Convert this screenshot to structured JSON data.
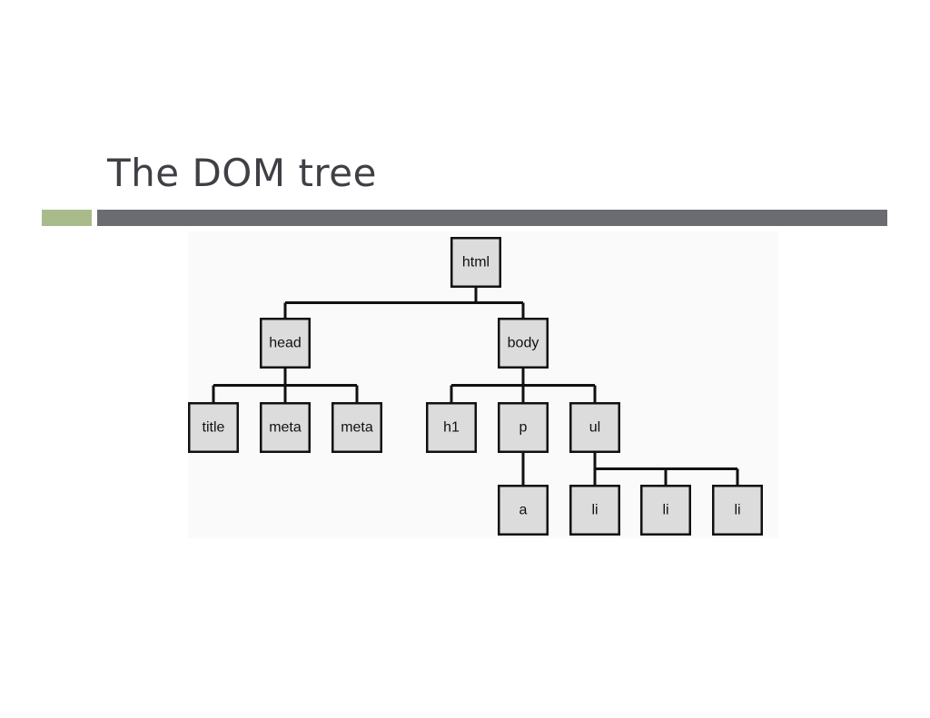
{
  "slide": {
    "title": "The DOM tree"
  },
  "colors": {
    "accent_green": "#a9bb8a",
    "accent_gray": "#6b6b72",
    "title_text": "#3f3f46",
    "node_fill": "#dcdcdc",
    "node_stroke": "#111111"
  },
  "tree": {
    "nodes": [
      {
        "id": "html",
        "label": "html"
      },
      {
        "id": "head",
        "label": "head"
      },
      {
        "id": "body",
        "label": "body"
      },
      {
        "id": "title",
        "label": "title"
      },
      {
        "id": "meta1",
        "label": "meta"
      },
      {
        "id": "meta2",
        "label": "meta"
      },
      {
        "id": "h1",
        "label": "h1"
      },
      {
        "id": "p",
        "label": "p"
      },
      {
        "id": "ul",
        "label": "ul"
      },
      {
        "id": "a",
        "label": "a"
      },
      {
        "id": "li1",
        "label": "li"
      },
      {
        "id": "li2",
        "label": "li"
      },
      {
        "id": "li3",
        "label": "li"
      }
    ],
    "edges": [
      [
        "html",
        "head"
      ],
      [
        "html",
        "body"
      ],
      [
        "head",
        "title"
      ],
      [
        "head",
        "meta1"
      ],
      [
        "head",
        "meta2"
      ],
      [
        "body",
        "h1"
      ],
      [
        "body",
        "p"
      ],
      [
        "body",
        "ul"
      ],
      [
        "p",
        "a"
      ],
      [
        "ul",
        "li1"
      ],
      [
        "ul",
        "li2"
      ],
      [
        "ul",
        "li3"
      ]
    ]
  }
}
